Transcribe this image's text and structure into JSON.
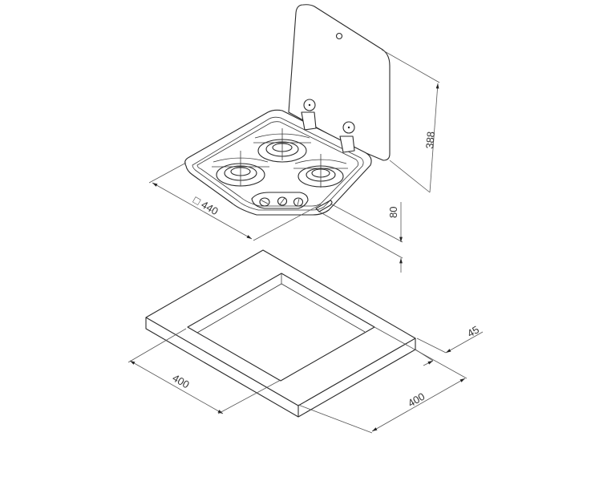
{
  "drawing": {
    "type": "isometric technical drawing",
    "subject_top": "3-burner gas hob with hinged glass lid",
    "subject_bottom": "cut-out template / mounting frame"
  },
  "hob": {
    "burners": 3,
    "control_knobs": 3,
    "lid_hinges": 2,
    "dimensions": {
      "width_label": "□ 440",
      "width_square_symbol": "□",
      "width_value": "440",
      "lid_height_label": "388",
      "depth_below_label": "80"
    }
  },
  "cutout": {
    "dimensions": {
      "left_side_label": "400",
      "right_side_label": "400",
      "thickness_label": "45"
    }
  },
  "colors": {
    "line": "#2a2a2a",
    "dimension_line": "#555555",
    "text": "#333333",
    "background": "#ffffff"
  }
}
